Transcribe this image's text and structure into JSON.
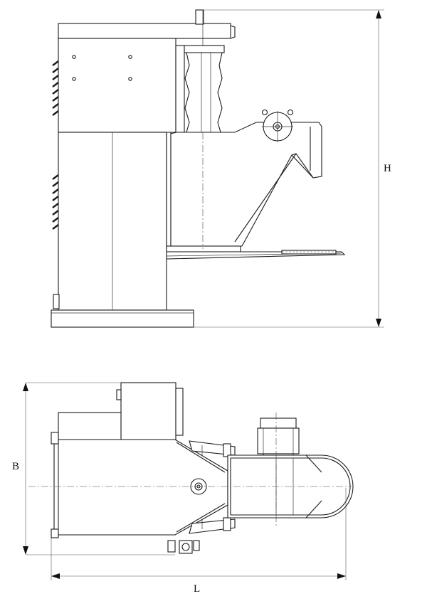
{
  "dimensions": {
    "height_label": "H",
    "width_label": "B",
    "length_label": "L"
  },
  "colors": {
    "line": "#1a1a1a",
    "background": "#ffffff"
  }
}
